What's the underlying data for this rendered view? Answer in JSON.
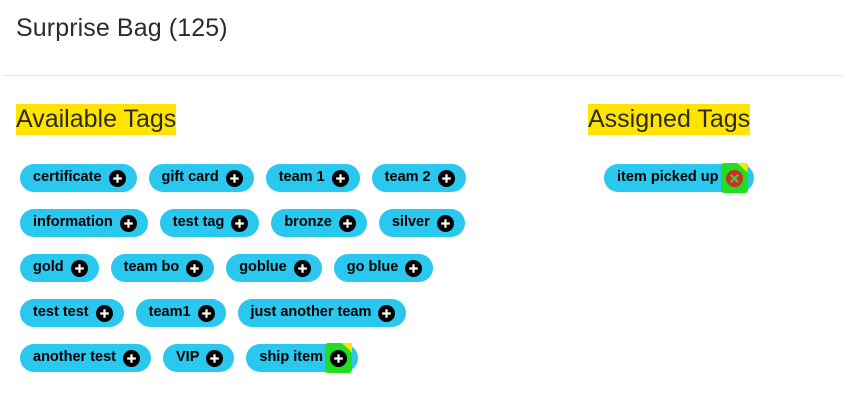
{
  "header": {
    "title": "Surprise Bag (125)"
  },
  "columns": {
    "available": {
      "heading": "Available Tags",
      "rows": [
        [
          {
            "label": "certificate",
            "action": "add-icon",
            "highlighted": false
          },
          {
            "label": "gift card",
            "action": "add-icon",
            "highlighted": false
          },
          {
            "label": "team 1",
            "action": "add-icon",
            "highlighted": false
          },
          {
            "label": "team 2",
            "action": "add-icon",
            "highlighted": false
          }
        ],
        [
          {
            "label": "information",
            "action": "add-icon",
            "highlighted": false
          },
          {
            "label": "test tag",
            "action": "add-icon",
            "highlighted": false
          },
          {
            "label": "bronze",
            "action": "add-icon",
            "highlighted": false
          },
          {
            "label": "silver",
            "action": "add-icon",
            "highlighted": false
          }
        ],
        [
          {
            "label": "gold",
            "action": "add-icon",
            "highlighted": false
          },
          {
            "label": "team bo",
            "action": "add-icon",
            "highlighted": false
          },
          {
            "label": "goblue",
            "action": "add-icon",
            "highlighted": false
          },
          {
            "label": "go blue",
            "action": "add-icon",
            "highlighted": false
          }
        ],
        [
          {
            "label": "test test",
            "action": "add-icon",
            "highlighted": false
          },
          {
            "label": "team1",
            "action": "add-icon",
            "highlighted": false
          },
          {
            "label": "just another team",
            "action": "add-icon",
            "highlighted": false
          }
        ],
        [
          {
            "label": "another test",
            "action": "add-icon",
            "highlighted": false
          },
          {
            "label": "VIP",
            "action": "add-icon",
            "highlighted": false
          },
          {
            "label": "ship item",
            "action": "add-icon",
            "highlighted": true
          }
        ]
      ]
    },
    "assigned": {
      "heading": "Assigned Tags",
      "rows": [
        [
          {
            "label": "item picked up",
            "action": "remove-icon",
            "highlighted": true
          }
        ]
      ]
    }
  },
  "colors": {
    "pill_background": "#2ac7ef",
    "pill_text": "#000000",
    "heading_highlight": "#ffe400",
    "annotation_highlight": "#22dd22",
    "annotation_notch": "#ffe400",
    "remove_icon": "#d42a2a",
    "divider": "#e3e3ea"
  }
}
